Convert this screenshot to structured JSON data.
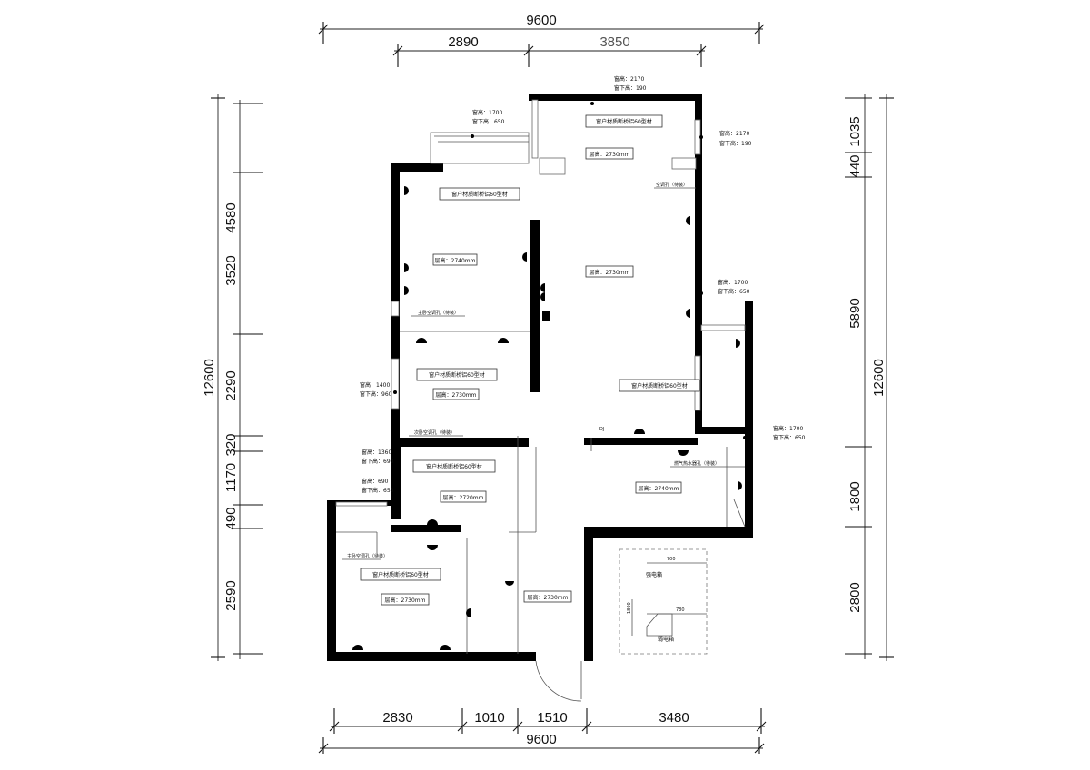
{
  "dimensions": {
    "top_total": "9600",
    "top_a": "2890",
    "top_b": "3850",
    "bottom": [
      "2830",
      "1010",
      "1510",
      "3480"
    ],
    "bottom_total": "9600",
    "left_total": "12600",
    "left": [
      "4580",
      "3520",
      "2290",
      "320",
      "1170",
      "490",
      "2590"
    ],
    "right_total": "12600",
    "right": [
      "1035",
      "440",
      "5890",
      "1800",
      "2800"
    ]
  },
  "windows": [
    {
      "h": "窗高：2170",
      "d": "窗下高：190"
    },
    {
      "h": "窗高：1700",
      "d": "窗下高：650"
    },
    {
      "h": "窗高：2170",
      "d": "窗下高：190"
    },
    {
      "h": "窗高：1700",
      "d": "窗下高：650"
    },
    {
      "h": "窗高：1400",
      "d": "窗下高：960"
    },
    {
      "h": "窗高：1700",
      "d": "窗下高：650"
    },
    {
      "h": "窗高：1360",
      "d": "窗下高：690"
    },
    {
      "h": "窗高：690",
      "d": "窗下高：650"
    }
  ],
  "material_labels": [
    "窗户材质断桥铝60型材",
    "窗户材质断桥铝60型材",
    "窗户材质断桥铝60型材",
    "窗户材质断桥铝60型材",
    "窗户材质断桥铝60型材",
    "窗户材质断桥铝60型材"
  ],
  "heights": [
    "层高：2730mm",
    "层高：2740mm",
    "层高：2730mm",
    "层高：2730mm",
    "层高：2740mm",
    "层高：2720mm",
    "层高：2730mm",
    "层高：2730mm"
  ],
  "ac_notes": [
    "空调孔（待装）",
    "主卧空调孔（待装）",
    "次卧空调孔（待装）",
    "燃气热水器孔（待装）",
    "主卧空调孔（待装）"
  ],
  "electric": {
    "strong": "强电箱",
    "weak": "弱电箱",
    "w1": "700",
    "w2": "780",
    "h1": "1800"
  },
  "misc": {
    "dj": "DJ"
  }
}
